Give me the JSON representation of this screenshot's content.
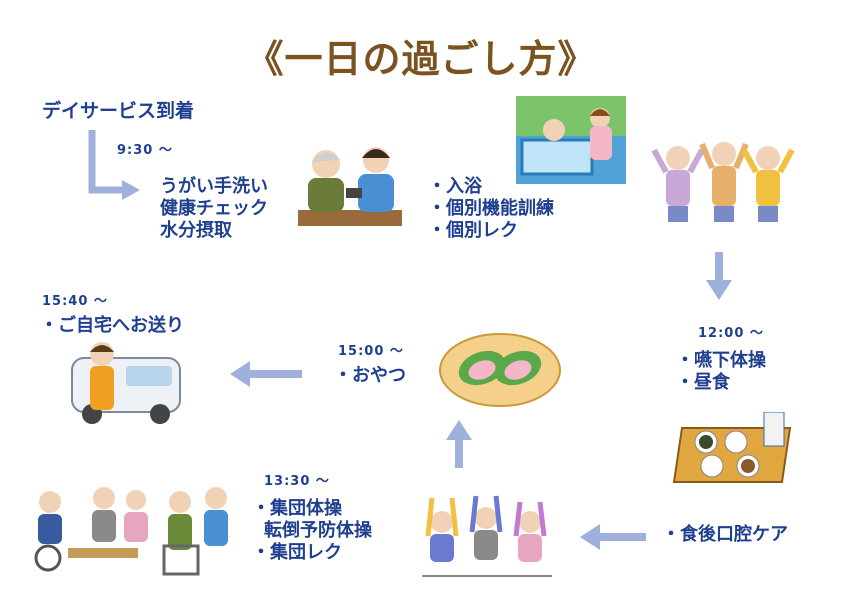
{
  "title": "《一日の過ごし方》",
  "steps": {
    "arrival": {
      "label": "デイサービス到着"
    },
    "s0930": {
      "time": "9:30 ～",
      "lines": [
        "うがい手洗い",
        "健康チェック",
        "水分摂取"
      ]
    },
    "bath": {
      "lines": [
        "・入浴",
        "・個別機能訓練",
        "・個別レク"
      ]
    },
    "s1200": {
      "time": "12:00 ～",
      "lines": [
        "・嚥下体操",
        "・昼食"
      ]
    },
    "aftermeal": {
      "label": "・食後口腔ケア"
    },
    "s1330": {
      "time": "13:30 ～",
      "lines": [
        "・集団体操",
        "転倒予防体操",
        "・集団レク"
      ]
    },
    "s1500": {
      "time": "15:00 ～",
      "label": "・おやつ"
    },
    "s1540": {
      "time": "15:40 ～",
      "label": "・ご自宅へお送り"
    }
  },
  "colors": {
    "title": "#7b5321",
    "text": "#1f3f8f",
    "arrow": "#9fb0dd"
  }
}
